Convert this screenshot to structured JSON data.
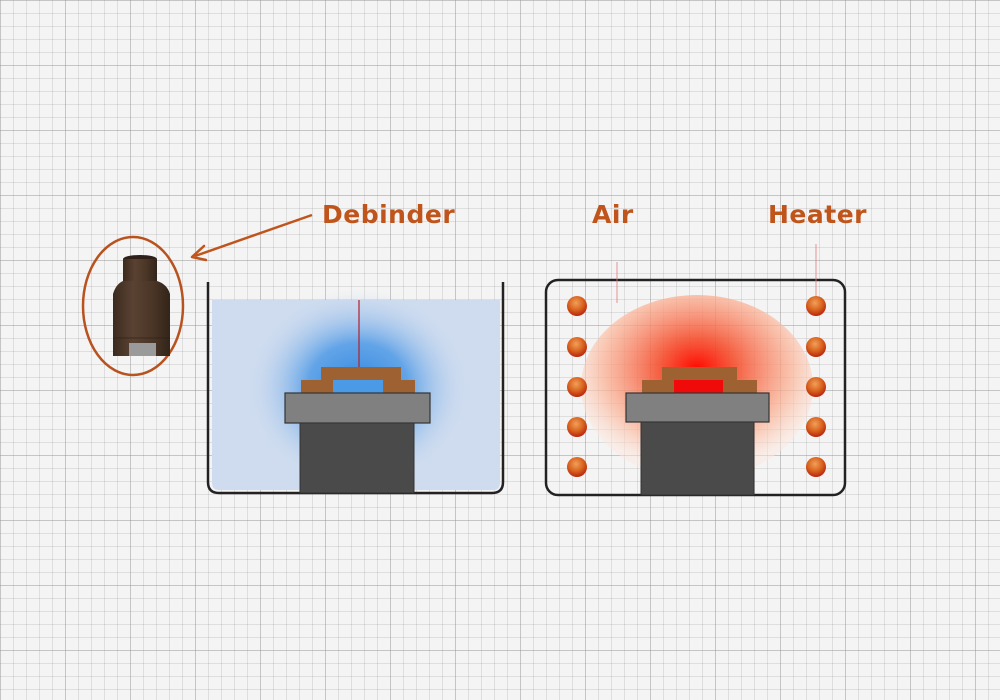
{
  "labels": {
    "debinder": "Debinder",
    "air": "Air",
    "heater": "Heater"
  },
  "colors": {
    "label": "#c0551c",
    "arrow": "#c0551c",
    "ellipse": "#b8521f",
    "tank_stroke": "#222222",
    "solvent_fill": "#cfdcef",
    "solvent_glow": "#3b8fe0",
    "heat_glow": "#ff1a0a",
    "part_brown": "#9e6232",
    "platen": "#808080",
    "pedestal": "#4a4a4a",
    "heater_dot": "#d9641f",
    "component_brown": "#4a3526"
  },
  "panels": [
    {
      "name": "solvent-debinding-tank",
      "medium": "Debinder"
    },
    {
      "name": "thermal-debinding-furnace",
      "medium": "Air",
      "heater_count_per_side": 5
    }
  ]
}
